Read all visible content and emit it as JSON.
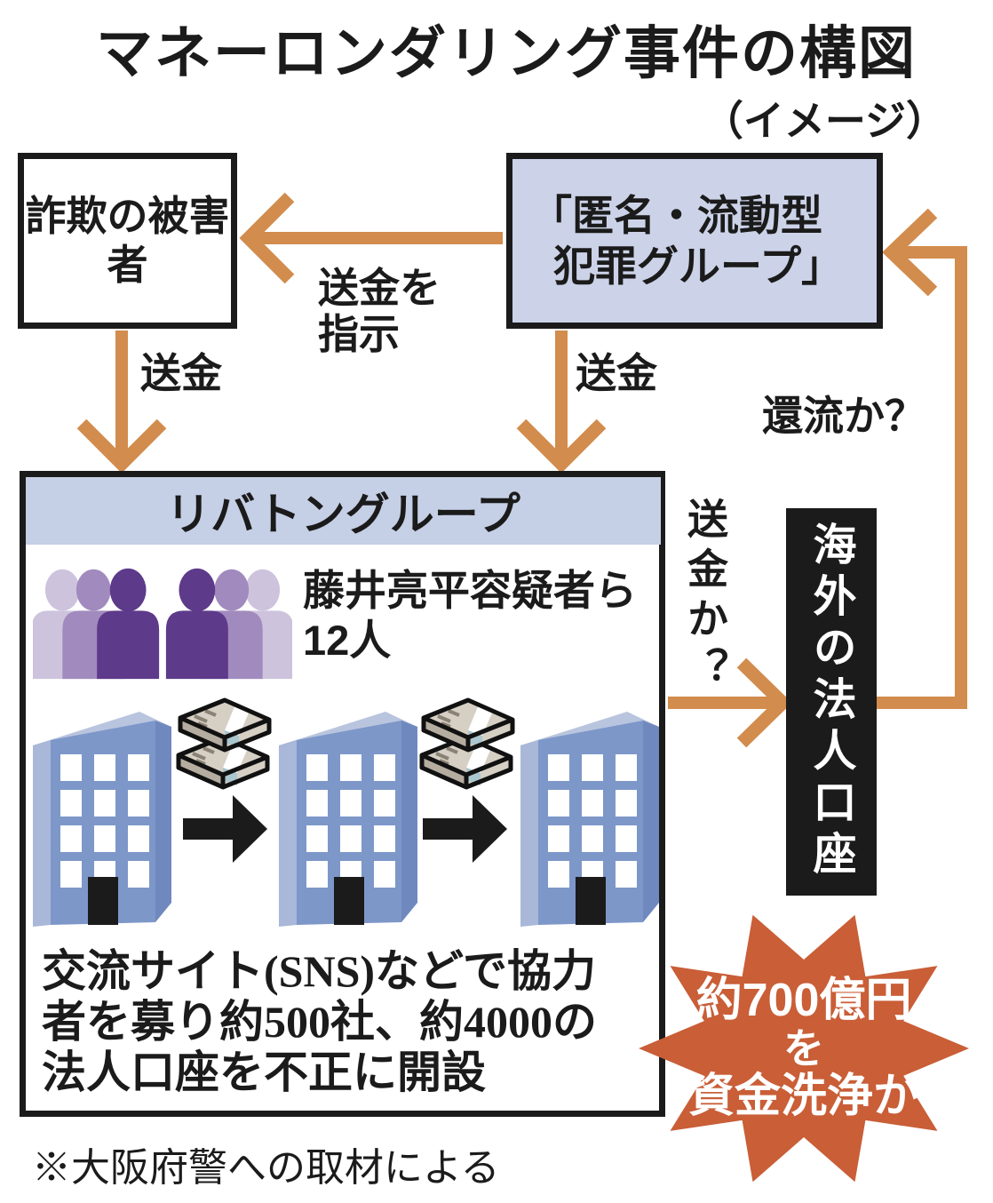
{
  "title": "マネーロンダリング事件の構図",
  "subtitle": "（イメージ）",
  "nodes": {
    "victims": "詐欺の被害者",
    "crime_group_line1": "「匿名・流動型",
    "crime_group_line2": "犯罪グループ」",
    "rebaton_header": "リバトングループ",
    "suspects_line1": "藤井亮平容疑者ら",
    "suspects_line2": "12人",
    "sns_line1": "交流サイト(SNS)などで協力",
    "sns_line2": "者を募り約500社、約4000の",
    "sns_line3": "法人口座を不正に開設",
    "overseas_account": "海外の法人口座"
  },
  "labels": {
    "remit_instruction_line1": "送金を",
    "remit_instruction_line2": "指示",
    "remit_left": "送金",
    "remit_right": "送金",
    "remit_question": "送金か？",
    "backflow_question": "還流か？"
  },
  "burst": {
    "line1": "約700億円",
    "line2": "を",
    "line3": "資金洗浄か"
  },
  "footnote": "※大阪府警への取材による",
  "icons": [
    "people-group-icon",
    "building-icon",
    "money-stack-icon",
    "flow-arrow-icon"
  ],
  "colors": {
    "arrow_orange": "#d28c4d",
    "burst_orange": "#c95e37",
    "panel_blue": "#ccd3e8",
    "header_blue": "#c5cfe5",
    "ink_black": "#1b1b1b",
    "building_front": "#7d97c9",
    "building_side_light": "#a9b7d8",
    "building_roof": "#b9c4de",
    "building_side_dark": "#6f89bf",
    "window_white": "#ffffff",
    "purple_dark": "#5d3a8a",
    "purple_mid": "#a18abd",
    "purple_light": "#cdc3dd",
    "money_note": "#d6cfc4",
    "money_note_dark": "#b5ada0",
    "money_band_blue": "#aac6ce",
    "text_white": "#ffffff"
  }
}
